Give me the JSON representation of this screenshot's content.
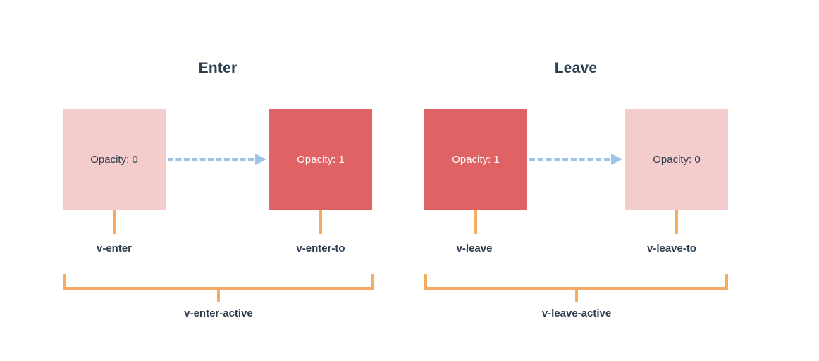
{
  "diagram": {
    "title_color": "#2c3e50",
    "colors": {
      "faded_box": "#f4cccc",
      "solid_box": "#df6265",
      "arrow": "#9dc3e6",
      "connector": "#f5ac62",
      "text_dark": "#2c3e50",
      "text_light": "#ffffff",
      "background": "#ffffff"
    },
    "sections": [
      {
        "key": "enter",
        "title": "Enter",
        "boxes": [
          {
            "state_label": "Opacity: 0",
            "class_label": "v-enter"
          },
          {
            "state_label": "Opacity: 1",
            "class_label": "v-enter-to"
          }
        ],
        "bracket_label": "v-enter-active"
      },
      {
        "key": "leave",
        "title": "Leave",
        "boxes": [
          {
            "state_label": "Opacity: 1",
            "class_label": "v-leave"
          },
          {
            "state_label": "Opacity: 0",
            "class_label": "v-leave-to"
          }
        ],
        "bracket_label": "v-leave-active"
      }
    ]
  }
}
